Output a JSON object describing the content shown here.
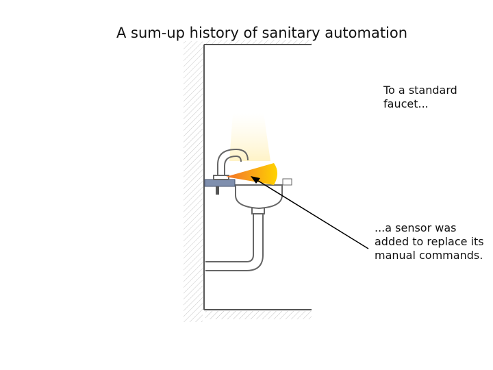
{
  "slide": {
    "title": "A sum-up history of sanitary automation",
    "caption_faucet": "To a standard faucet...",
    "caption_sensor": "...a sensor was added to replace its manual commands."
  },
  "colors": {
    "wall_line": "#555555",
    "pipe": "#666666",
    "sink_plate": "#7f8fae",
    "sensor_beam_inner": "#f37021",
    "sensor_beam_outer": "#ffd200",
    "arrow": "#000000"
  },
  "icons": [
    "faucet-icon",
    "sink-icon",
    "drain-pipe-icon",
    "sensor-beam-icon",
    "pointer-arrow-icon"
  ]
}
